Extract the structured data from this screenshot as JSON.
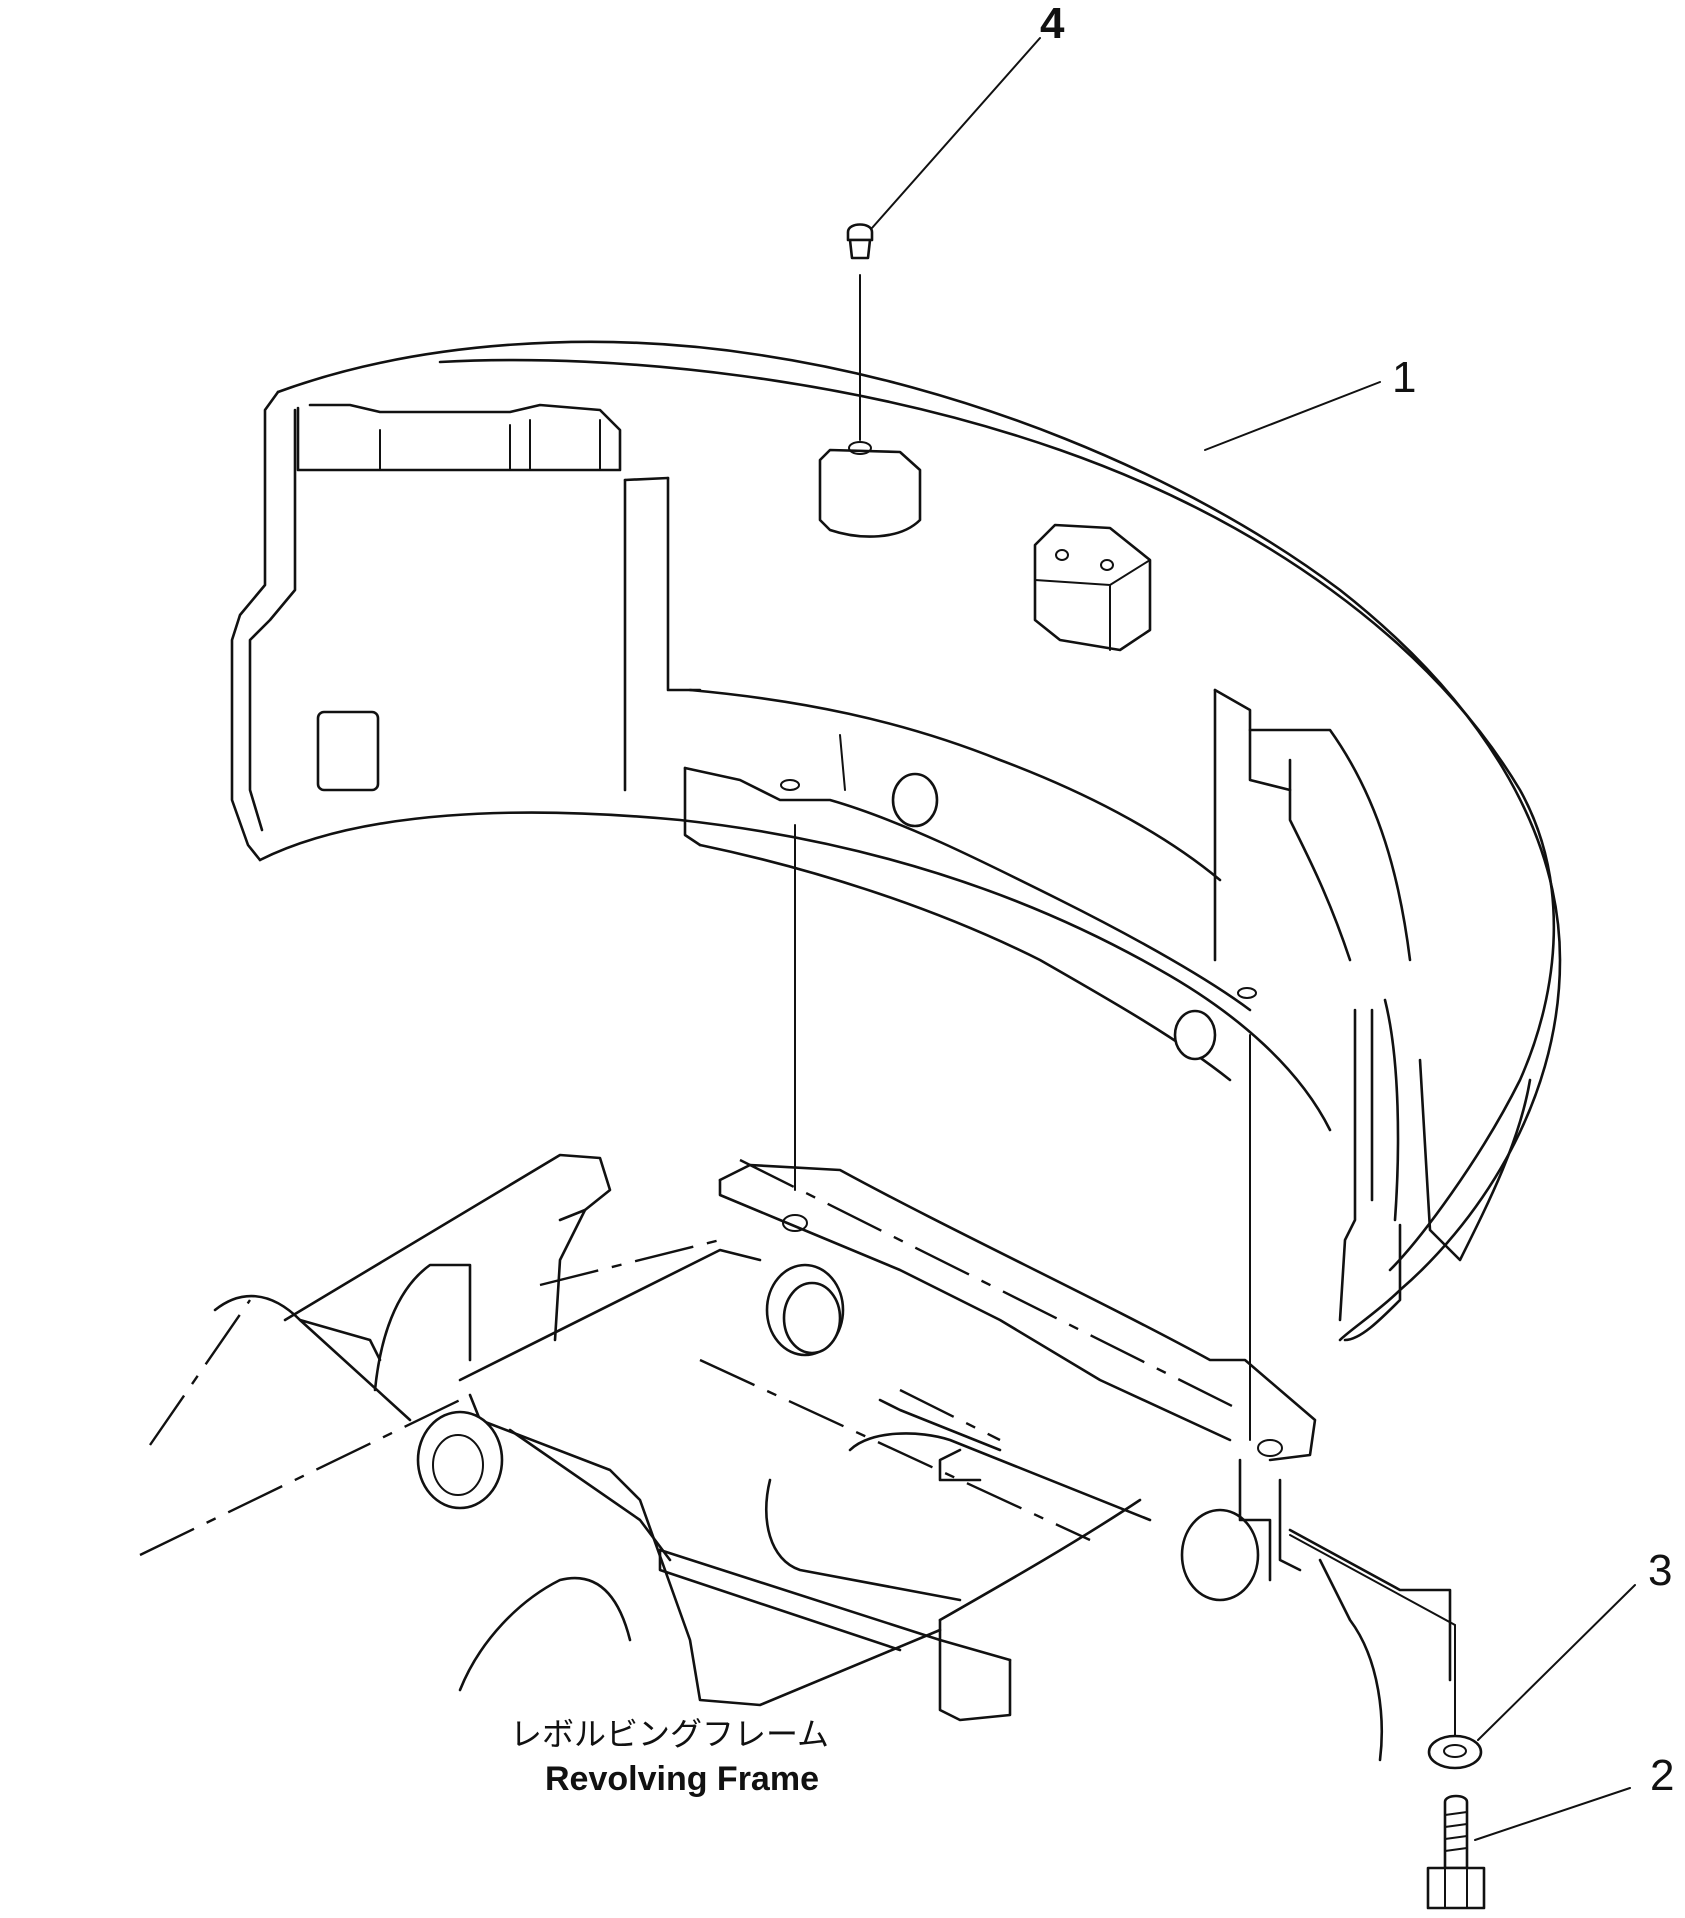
{
  "callouts": {
    "part_1": "1",
    "part_2": "2",
    "part_3": "3",
    "part_4": "4"
  },
  "caption": {
    "japanese": "レボルビングフレーム",
    "english": "Revolving Frame"
  },
  "colors": {
    "line": "#111111",
    "background": "#ffffff"
  }
}
